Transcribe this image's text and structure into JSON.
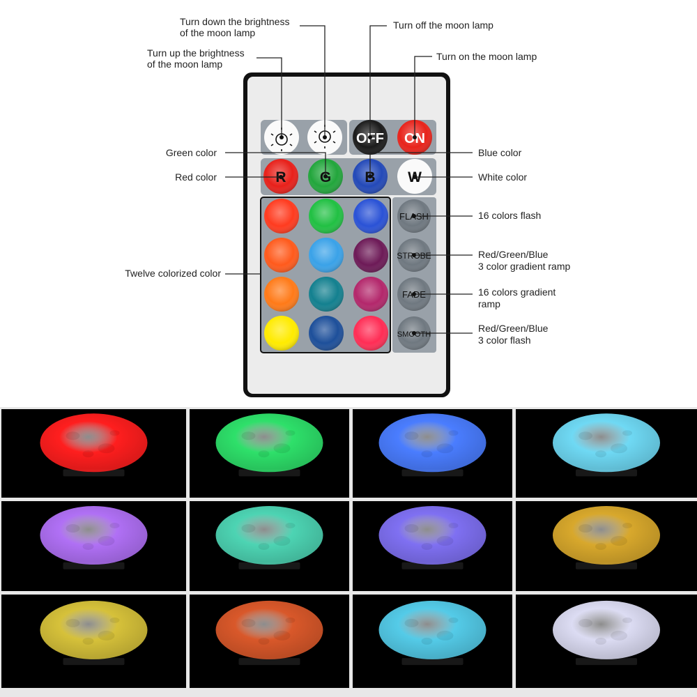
{
  "annotations": {
    "brightness_down": [
      "Turn down the brightness",
      "of the moon lamp"
    ],
    "brightness_up": [
      "Turn up the brightness",
      "of the moon lamp"
    ],
    "turn_off": "Turn off the moon lamp",
    "turn_on": "Turn on the moon lamp",
    "green_color": "Green color",
    "blue_color": "Blue color",
    "red_color": "Red color",
    "white_color": "White color",
    "twelve_colors": "Twelve colorized color",
    "flash_desc": "16 colors flash",
    "strobe_desc": [
      "Red/Green/Blue",
      "3 color gradient ramp"
    ],
    "fade_desc": [
      "16 colors gradient",
      "ramp"
    ],
    "smooth_desc": [
      "Red/Green/Blue",
      "3 color flash"
    ]
  },
  "remote": {
    "off_label": "OFF",
    "on_label": "ON",
    "red_label": "R",
    "green_label": "G",
    "blue_label": "B",
    "white_label": "W",
    "flash_label": "FLASH",
    "strobe_label": "STROBE",
    "fade_label": "FADE",
    "smooth_label": "SMOOTH",
    "color_grid": [
      [
        "#ff3b1f",
        "#21c043",
        "#2a52d6"
      ],
      [
        "#ff5a1c",
        "#3aa2e8",
        "#6d1a57"
      ],
      [
        "#ff7a18",
        "#13808f",
        "#b3276b"
      ],
      [
        "#ffeb00",
        "#1d4f9a",
        "#ff2d55"
      ]
    ]
  },
  "moons": [
    {
      "color": "#ff1e1e"
    },
    {
      "color": "#2ee06a"
    },
    {
      "color": "#4a7dff"
    },
    {
      "color": "#6fd9f4"
    },
    {
      "color": "#b070f5"
    },
    {
      "color": "#4dd4b3"
    },
    {
      "color": "#7f70f2"
    },
    {
      "color": "#d8a82c"
    },
    {
      "color": "#d6c13a"
    },
    {
      "color": "#d9582a"
    },
    {
      "color": "#54cbe8"
    },
    {
      "color": "#dcdcf3"
    }
  ]
}
